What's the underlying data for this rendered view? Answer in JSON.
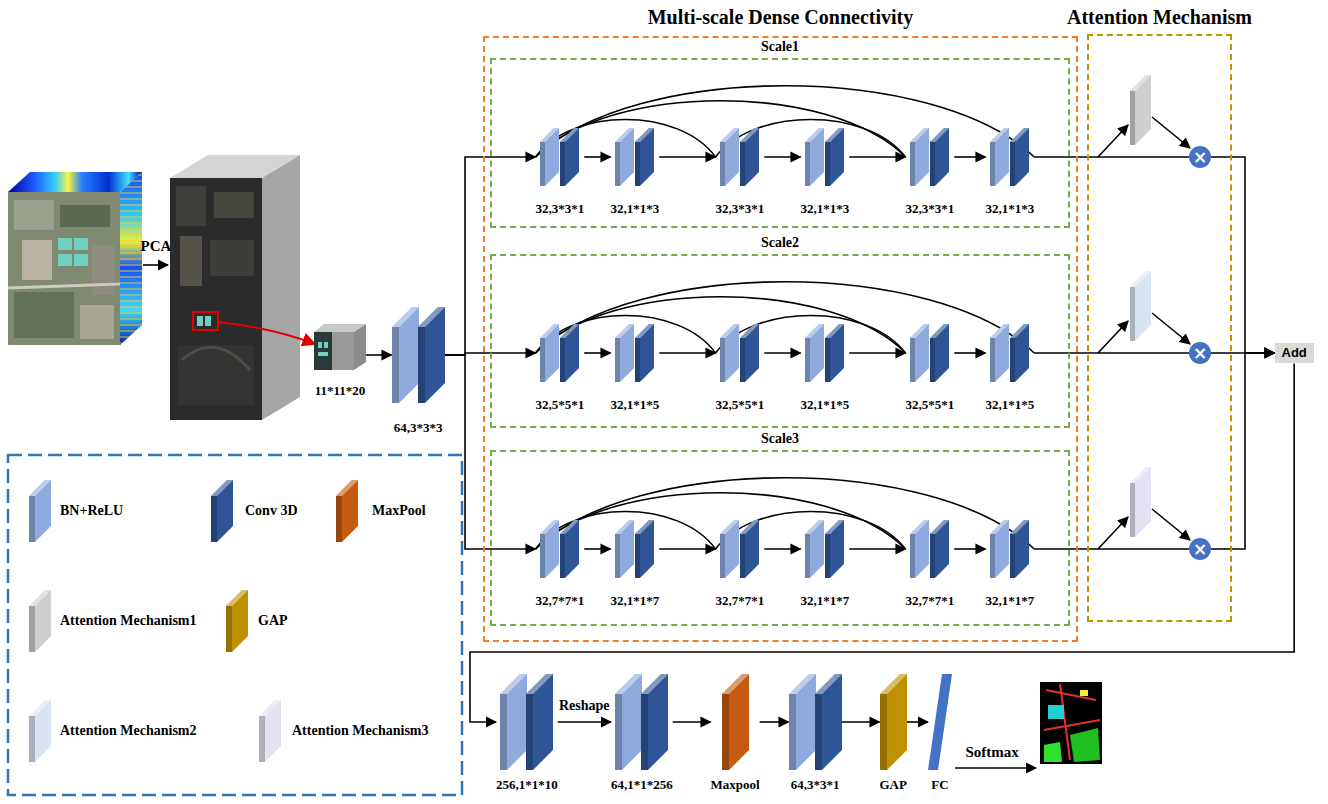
{
  "diagram": {
    "nodes": [
      {
        "text": [
          "Multi-scale Dense Connectivity"
        ]
      },
      {
        "text": [
          "Scale1"
        ],
        "in": 0
      },
      {
        "text": [
          "32,3*3*1"
        ],
        "in": 1
      },
      {
        "text": [
          "32,1*1*3"
        ],
        "in": 1
      },
      {
        "text": [
          "32,3*3*1"
        ],
        "in": 1
      },
      {
        "text": [
          "32,1*1*3"
        ],
        "in": 1
      },
      {
        "text": [
          "32,3*3*1"
        ],
        "in": 1
      },
      {
        "text": [
          "32,1*1*3"
        ],
        "in": 1
      },
      {
        "text": [
          "Scale2"
        ],
        "in": 0
      },
      {
        "text": [
          "32,5*5*1"
        ],
        "in": 8
      },
      {
        "text": [
          "32,1*1*5"
        ],
        "in": 8
      },
      {
        "text": [
          "32,5*5*1"
        ],
        "in": 8
      },
      {
        "text": [
          "32,1*1*5"
        ],
        "in": 8
      },
      {
        "text": [
          "32,5*5*1"
        ],
        "in": 8
      },
      {
        "text": [
          "32,1*1*5"
        ],
        "in": 8
      },
      {
        "text": [
          "Scale3"
        ],
        "in": 0
      },
      {
        "text": [
          "32,7*7*1"
        ],
        "in": 15
      },
      {
        "text": [
          "32,1*1*7"
        ],
        "in": 15
      },
      {
        "text": [
          "32,7*7*1"
        ],
        "in": 15
      },
      {
        "text": [
          "32,1*1*7"
        ],
        "in": 15
      },
      {
        "text": [
          "32,7*7*1"
        ],
        "in": 15
      },
      {
        "text": [
          "32,1*1*7"
        ],
        "in": 15
      },
      {
        "text": [
          "Attention Mechanism"
        ]
      },
      {
        "text": [
          "×"
        ],
        "in": 22
      },
      {
        "text": [
          "×"
        ],
        "in": 22
      },
      {
        "text": [
          "×"
        ],
        "in": 22
      },
      {
        "text": [
          "11*11*20"
        ]
      },
      {
        "text": [
          "64,3*3*3"
        ]
      },
      {
        "text": [
          "Add"
        ]
      },
      {
        "text": [
          "256,1*1*10"
        ]
      },
      {
        "text": [
          "64,1*1*256"
        ]
      },
      {
        "text": [
          "Maxpool"
        ]
      },
      {
        "text": [
          "64,3*3*1"
        ]
      },
      {
        "text": [
          "GAP"
        ]
      },
      {
        "text": [
          "FC"
        ]
      }
    ],
    "edges": [
      {
        "from": 26,
        "to": 27,
        "arrow": "to"
      },
      {
        "from": 27,
        "to": 2,
        "arrow": "to"
      },
      {
        "from": 2,
        "to": 3,
        "arrow": "to"
      },
      {
        "from": 3,
        "to": 4,
        "arrow": "to"
      },
      {
        "from": 4,
        "to": 5,
        "arrow": "to"
      },
      {
        "from": 5,
        "to": 6,
        "arrow": "to"
      },
      {
        "from": 6,
        "to": 7,
        "arrow": "to"
      },
      {
        "from": 2,
        "to": 4,
        "arrow": "none"
      },
      {
        "from": 4,
        "to": 6,
        "arrow": "none"
      },
      {
        "from": 2,
        "to": 6,
        "arrow": "none"
      },
      {
        "from": 2,
        "to": 7,
        "arrow": "none"
      },
      {
        "from": 7,
        "to": 23,
        "arrow": "none"
      },
      {
        "from": 23,
        "to": 28,
        "arrow": "to"
      },
      {
        "from": 27,
        "to": 9,
        "arrow": "to"
      },
      {
        "from": 9,
        "to": 10,
        "arrow": "to"
      },
      {
        "from": 10,
        "to": 11,
        "arrow": "to"
      },
      {
        "from": 11,
        "to": 12,
        "arrow": "to"
      },
      {
        "from": 12,
        "to": 13,
        "arrow": "to"
      },
      {
        "from": 13,
        "to": 14,
        "arrow": "to"
      },
      {
        "from": 9,
        "to": 11,
        "arrow": "none"
      },
      {
        "from": 11,
        "to": 13,
        "arrow": "none"
      },
      {
        "from": 9,
        "to": 13,
        "arrow": "none"
      },
      {
        "from": 9,
        "to": 14,
        "arrow": "none"
      },
      {
        "from": 14,
        "to": 24,
        "arrow": "none"
      },
      {
        "from": 24,
        "to": 28,
        "arrow": "to"
      },
      {
        "from": 27,
        "to": 16,
        "arrow": "to"
      },
      {
        "from": 16,
        "to": 17,
        "arrow": "to"
      },
      {
        "from": 17,
        "to": 18,
        "arrow": "to"
      },
      {
        "from": 18,
        "to": 19,
        "arrow": "to"
      },
      {
        "from": 19,
        "to": 20,
        "arrow": "to"
      },
      {
        "from": 20,
        "to": 21,
        "arrow": "to"
      },
      {
        "from": 16,
        "to": 18,
        "arrow": "none"
      },
      {
        "from": 18,
        "to": 20,
        "arrow": "none"
      },
      {
        "from": 16,
        "to": 20,
        "arrow": "none"
      },
      {
        "from": 16,
        "to": 21,
        "arrow": "none"
      },
      {
        "from": 21,
        "to": 25,
        "arrow": "none"
      },
      {
        "from": 25,
        "to": 28,
        "arrow": "to"
      },
      {
        "from": 28,
        "to": 29,
        "arrow": "to"
      },
      {
        "from": 29,
        "to": 30,
        "label": "Reshape",
        "arrow": "to"
      },
      {
        "from": 30,
        "to": 31,
        "arrow": "to"
      },
      {
        "from": 31,
        "to": 32,
        "arrow": "to"
      },
      {
        "from": 32,
        "to": 33,
        "arrow": "to"
      },
      {
        "from": 33,
        "to": 34,
        "arrow": "to"
      }
    ],
    "labels": [
      "PCA",
      "Softmax"
    ],
    "legend": [
      {
        "text": "BN+ReLU",
        "color": "#8faadc"
      },
      {
        "text": "Conv 3D",
        "color": "#2f5597"
      },
      {
        "text": "MaxPool",
        "color": "#c55a11"
      },
      {
        "text": "Attention Mechanism1",
        "color": "#d0cece"
      },
      {
        "text": "GAP",
        "color": "#bf9000"
      },
      {
        "text": "Attention Mechanism2",
        "color": "#dae3f3"
      },
      {
        "text": "Attention Mechanism3",
        "color": "#e2e2f2"
      }
    ]
  }
}
